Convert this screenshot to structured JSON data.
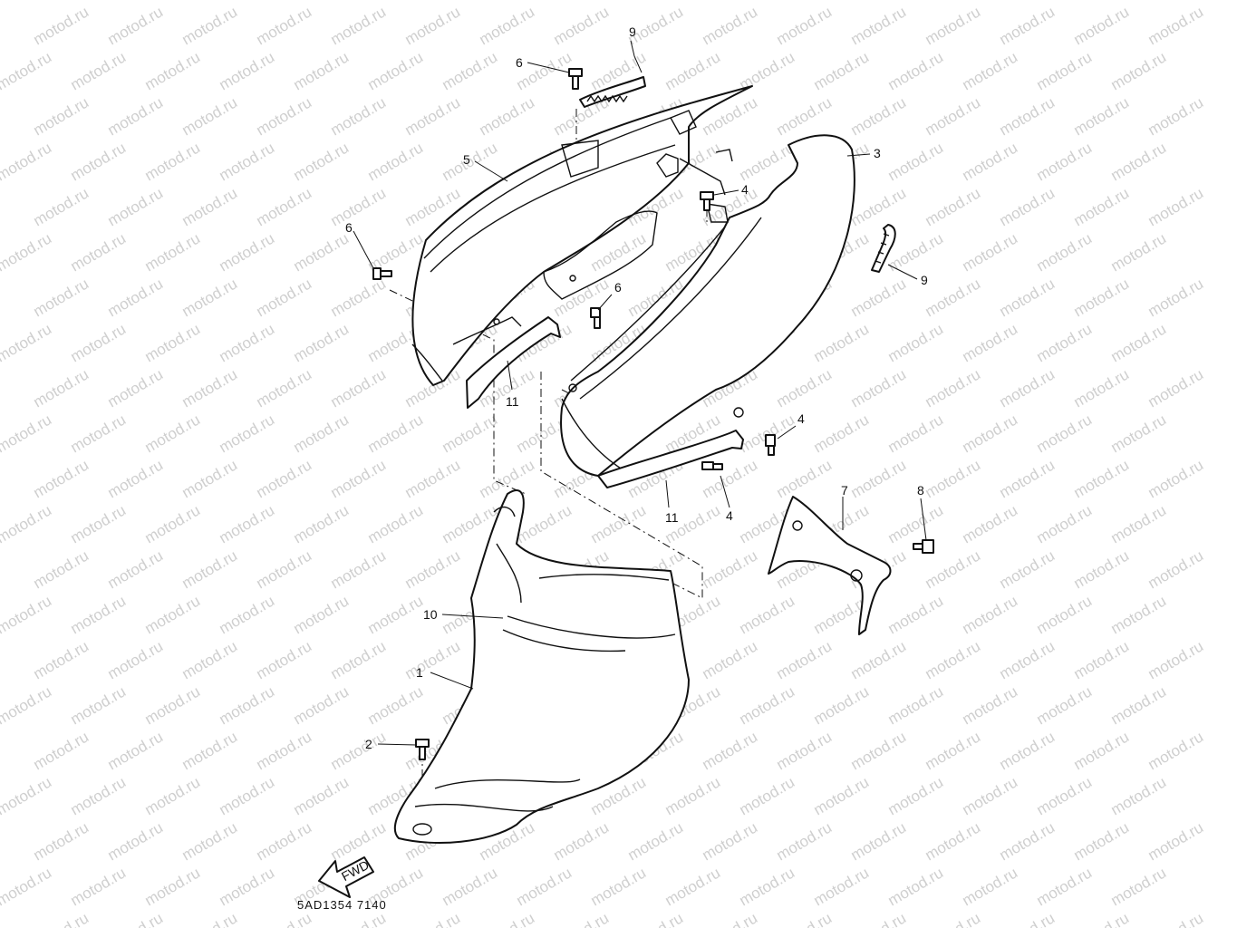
{
  "diagram": {
    "watermark": "motod.ru",
    "drawing_code": "5AD1354 7140",
    "fwd_label": "FWD",
    "callouts": [
      {
        "id": "1"
      },
      {
        "id": "2"
      },
      {
        "id": "3"
      },
      {
        "id": "4a"
      },
      {
        "id": "4b"
      },
      {
        "id": "4c"
      },
      {
        "id": "5"
      },
      {
        "id": "6a"
      },
      {
        "id": "6b"
      },
      {
        "id": "6c"
      },
      {
        "id": "7"
      },
      {
        "id": "8"
      },
      {
        "id": "9a"
      },
      {
        "id": "9b"
      },
      {
        "id": "10"
      },
      {
        "id": "11a"
      },
      {
        "id": "11b"
      }
    ],
    "labels": {
      "c1": "1",
      "c2": "2",
      "c3": "3",
      "c4a": "4",
      "c4b": "4",
      "c4c": "4",
      "c5": "5",
      "c6a": "6",
      "c6b": "6",
      "c6c": "6",
      "c7": "7",
      "c8": "8",
      "c9a": "9",
      "c9b": "9",
      "c10": "10",
      "c11a": "11",
      "c11b": "11"
    }
  }
}
